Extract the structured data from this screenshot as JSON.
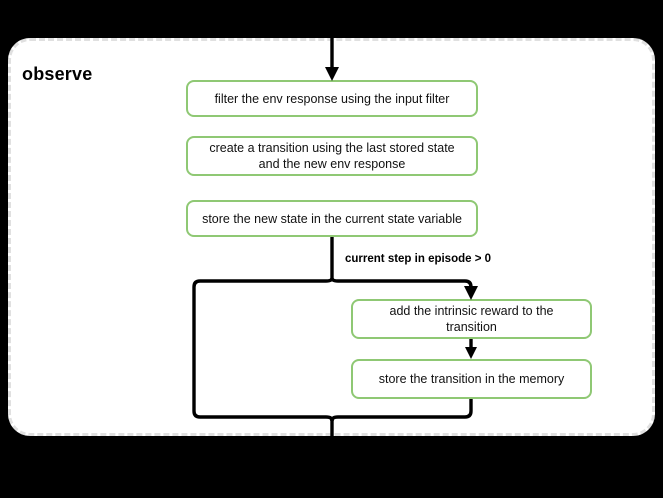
{
  "diagram": {
    "title": "observe",
    "container": {
      "border_style": "dashed",
      "border_color": "#e0e0e0",
      "background": "#ffffff"
    },
    "accent_color": "#8fc874",
    "line_color": "#000000",
    "canvas_background": "#000000",
    "nodes": [
      {
        "id": "filter",
        "label": "filter the env response using the input filter"
      },
      {
        "id": "create",
        "label": "create a transition using the last stored state and the new env response"
      },
      {
        "id": "store_state",
        "label": "store the new state in the current state variable"
      },
      {
        "id": "intrinsic",
        "label": "add the intrinsic reward to the transition"
      },
      {
        "id": "store_trans",
        "label": "store the transition in the memory"
      }
    ],
    "edges": [
      {
        "from": "external-top",
        "to": "filter",
        "label": ""
      },
      {
        "from": "store_state",
        "to": "intrinsic",
        "label": "current step in episode > 0"
      },
      {
        "from": "store_state",
        "to": "merge",
        "label": ""
      },
      {
        "from": "store_trans",
        "to": "merge",
        "label": ""
      },
      {
        "from": "merge",
        "to": "external-bottom",
        "label": ""
      }
    ],
    "edge_labels": {
      "condition": "current step in episode > 0"
    }
  }
}
